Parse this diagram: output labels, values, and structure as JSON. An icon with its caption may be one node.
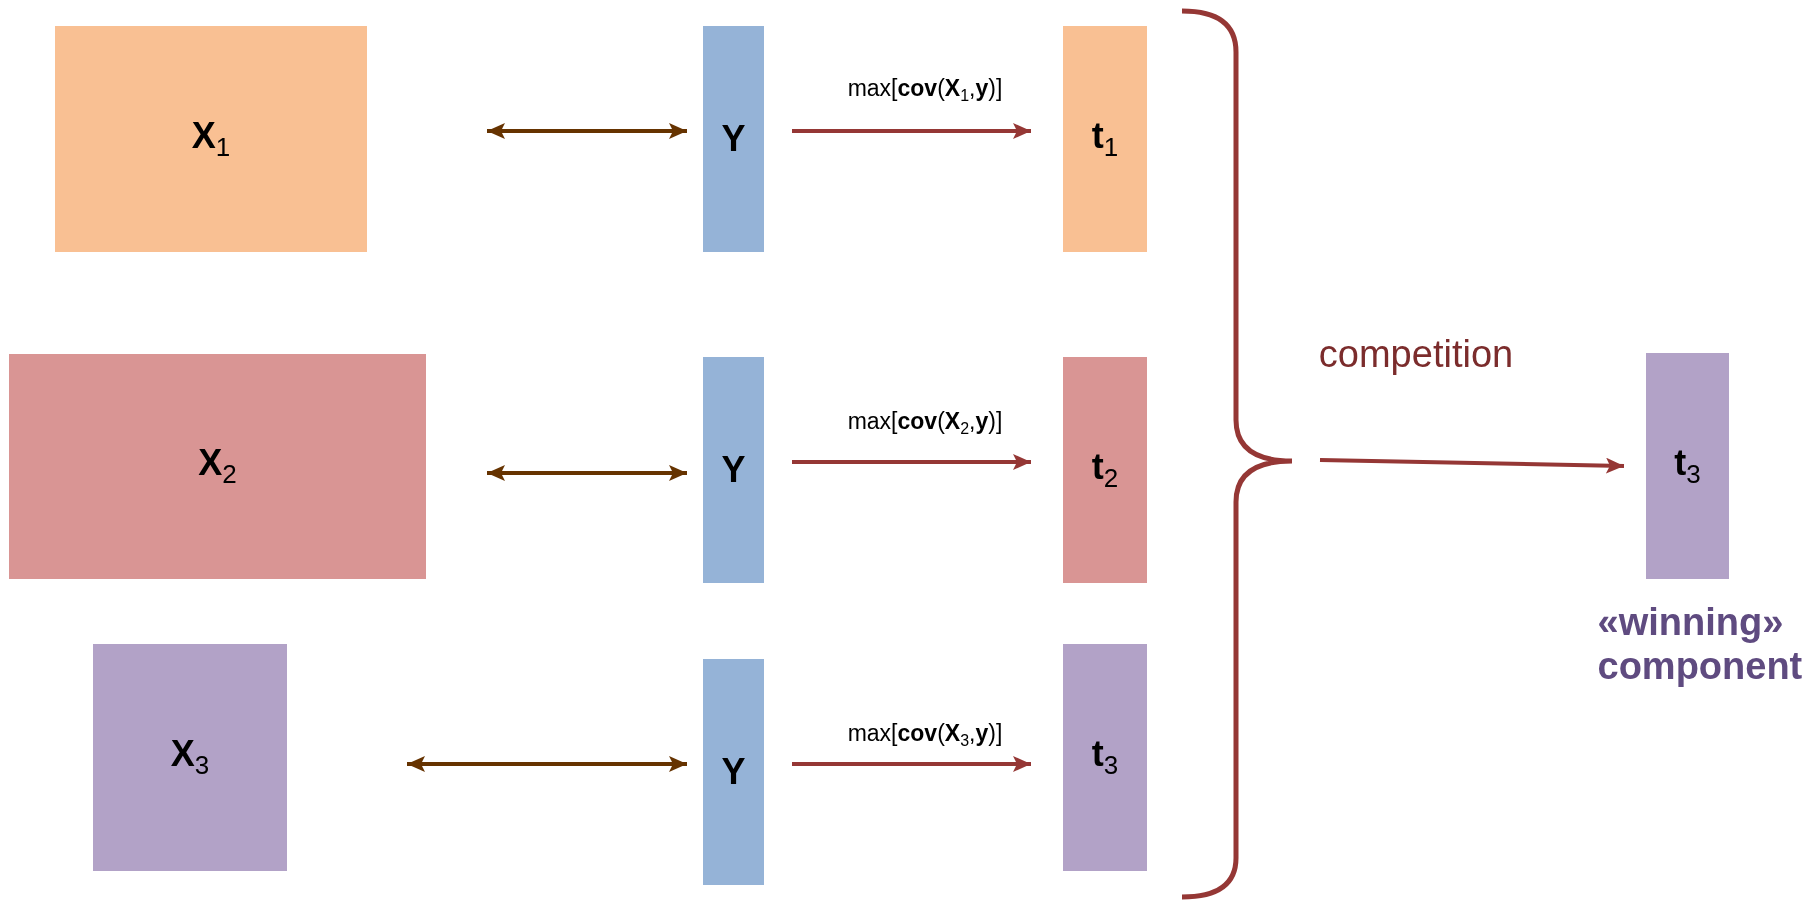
{
  "diagram": {
    "nodes": [
      {
        "text": [
          "**X**$_{1}$"
        ]
      },
      {
        "text": [
          "Y"
        ]
      },
      {
        "text": [
          "**t**$_{1}$"
        ]
      },
      {
        "text": [
          "**X**$_{2}$"
        ]
      },
      {
        "text": [
          "Y"
        ]
      },
      {
        "text": [
          "**t**$_{2}$"
        ]
      },
      {
        "text": [
          "**X**$_{3}$"
        ]
      },
      {
        "text": [
          "Y"
        ]
      },
      {
        "text": [
          "**t**$_{3}$"
        ]
      },
      {
        "text": [
          "**t**$_{3}$"
        ],
        "beside": [
          "«winning» component"
        ]
      }
    ],
    "edges": [
      {
        "from": 0,
        "to": 1,
        "arrow": "both",
        "color": "#663300"
      },
      {
        "from": 1,
        "to": 2,
        "arrow": "to",
        "label": "max[**cov**(**X**$_{1}$,**y**)]"
      },
      {
        "from": 3,
        "to": 4,
        "arrow": "both",
        "color": "#663300"
      },
      {
        "from": 4,
        "to": 5,
        "arrow": "to",
        "label": "max[**cov**(**X**$_{2}$,**y**)]"
      },
      {
        "from": 6,
        "to": 7,
        "arrow": "both",
        "color": "#663300"
      },
      {
        "from": 7,
        "to": 8,
        "arrow": "to",
        "label": "max[**cov**(**X**$_{3}$,**y**)]"
      },
      {
        "from": null,
        "to": 9,
        "arrow": "to",
        "label": "competition"
      }
    ]
  }
}
